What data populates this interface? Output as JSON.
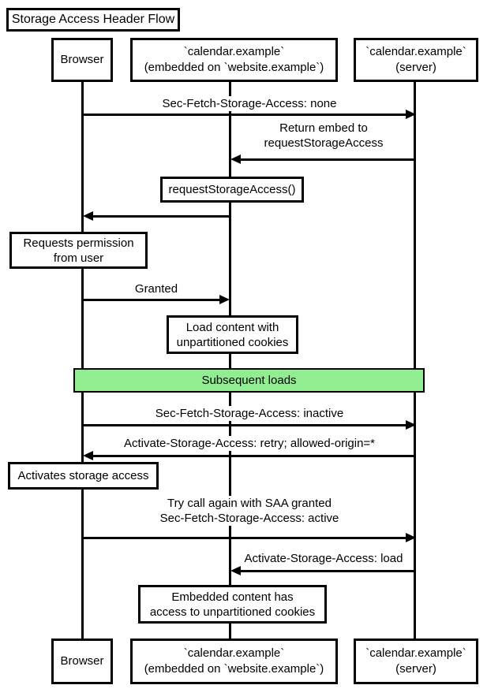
{
  "diagram": {
    "title": "Storage Access Header Flow",
    "colors": {
      "line": "#000000",
      "background": "#ffffff",
      "box_fill": "#ffffff",
      "band_fill": "#90ee90",
      "text": "#000000"
    },
    "participants": [
      {
        "id": "browser",
        "lines": [
          "Browser"
        ]
      },
      {
        "id": "embedded-calendar",
        "lines": [
          "`calendar.example`",
          "(embedded on `website.example`)"
        ]
      },
      {
        "id": "calendar-server",
        "lines": [
          "`calendar.example`",
          "(server)"
        ]
      }
    ],
    "messages": [
      {
        "from": "browser",
        "to": "calendar-server",
        "direction": "right",
        "lines": [
          "Sec-Fetch-Storage-Access: none"
        ]
      },
      {
        "from": "calendar-server",
        "to": "embedded-calendar",
        "direction": "left",
        "lines": [
          "Return embed to",
          "requestStorageAccess"
        ]
      },
      {
        "from": "embedded-calendar",
        "to": "browser",
        "direction": "left",
        "lines": []
      },
      {
        "from": "browser",
        "to": "embedded-calendar",
        "direction": "right",
        "lines": [
          "Granted"
        ]
      },
      {
        "from": "browser",
        "to": "calendar-server",
        "direction": "right",
        "lines": [
          "Sec-Fetch-Storage-Access: inactive"
        ]
      },
      {
        "from": "calendar-server",
        "to": "browser",
        "direction": "left",
        "lines": [
          "Activate-Storage-Access: retry; allowed-origin=*"
        ]
      },
      {
        "from": "browser",
        "to": "calendar-server",
        "direction": "right",
        "lines": [
          "Try call again with SAA granted",
          "Sec-Fetch-Storage-Access: active"
        ]
      },
      {
        "from": "calendar-server",
        "to": "embedded-calendar",
        "direction": "left",
        "lines": [
          "Activate-Storage-Access: load"
        ]
      }
    ],
    "notes": [
      {
        "over": "embedded-calendar",
        "lines": [
          "requestStorageAccess()"
        ]
      },
      {
        "over": "browser",
        "lines": [
          "Requests permission",
          "from user"
        ]
      },
      {
        "over": "embedded-calendar",
        "lines": [
          "Load content with",
          "unpartitioned cookies"
        ]
      },
      {
        "over": "browser",
        "lines": [
          "Activates storage access"
        ]
      },
      {
        "over": "embedded-calendar",
        "lines": [
          "Embedded content has",
          "access to unpartitioned cookies"
        ]
      }
    ],
    "band": {
      "label": "Subsequent loads"
    }
  }
}
